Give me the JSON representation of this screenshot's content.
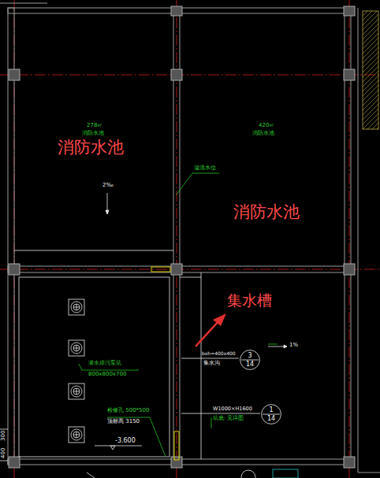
{
  "diagram": {
    "nodes": [
      {
        "text": [
          "3",
          "14"
        ]
      },
      {
        "text": [
          "1",
          "14"
        ]
      }
    ],
    "labels": [
      "消防水池",
      "消防水池",
      "集水槽",
      "278㎥",
      "消防水池",
      "420㎥",
      "消防水池",
      "溢流水位",
      "2‰",
      "1%",
      "bxh=400x400",
      "集水沟",
      "W1000×H1600",
      "坑底: 见详图",
      "潜水排污泵坑",
      "800x800x700",
      "检修孔 500*500",
      "顶标高 3150",
      "-3.600",
      "300",
      "400"
    ]
  }
}
